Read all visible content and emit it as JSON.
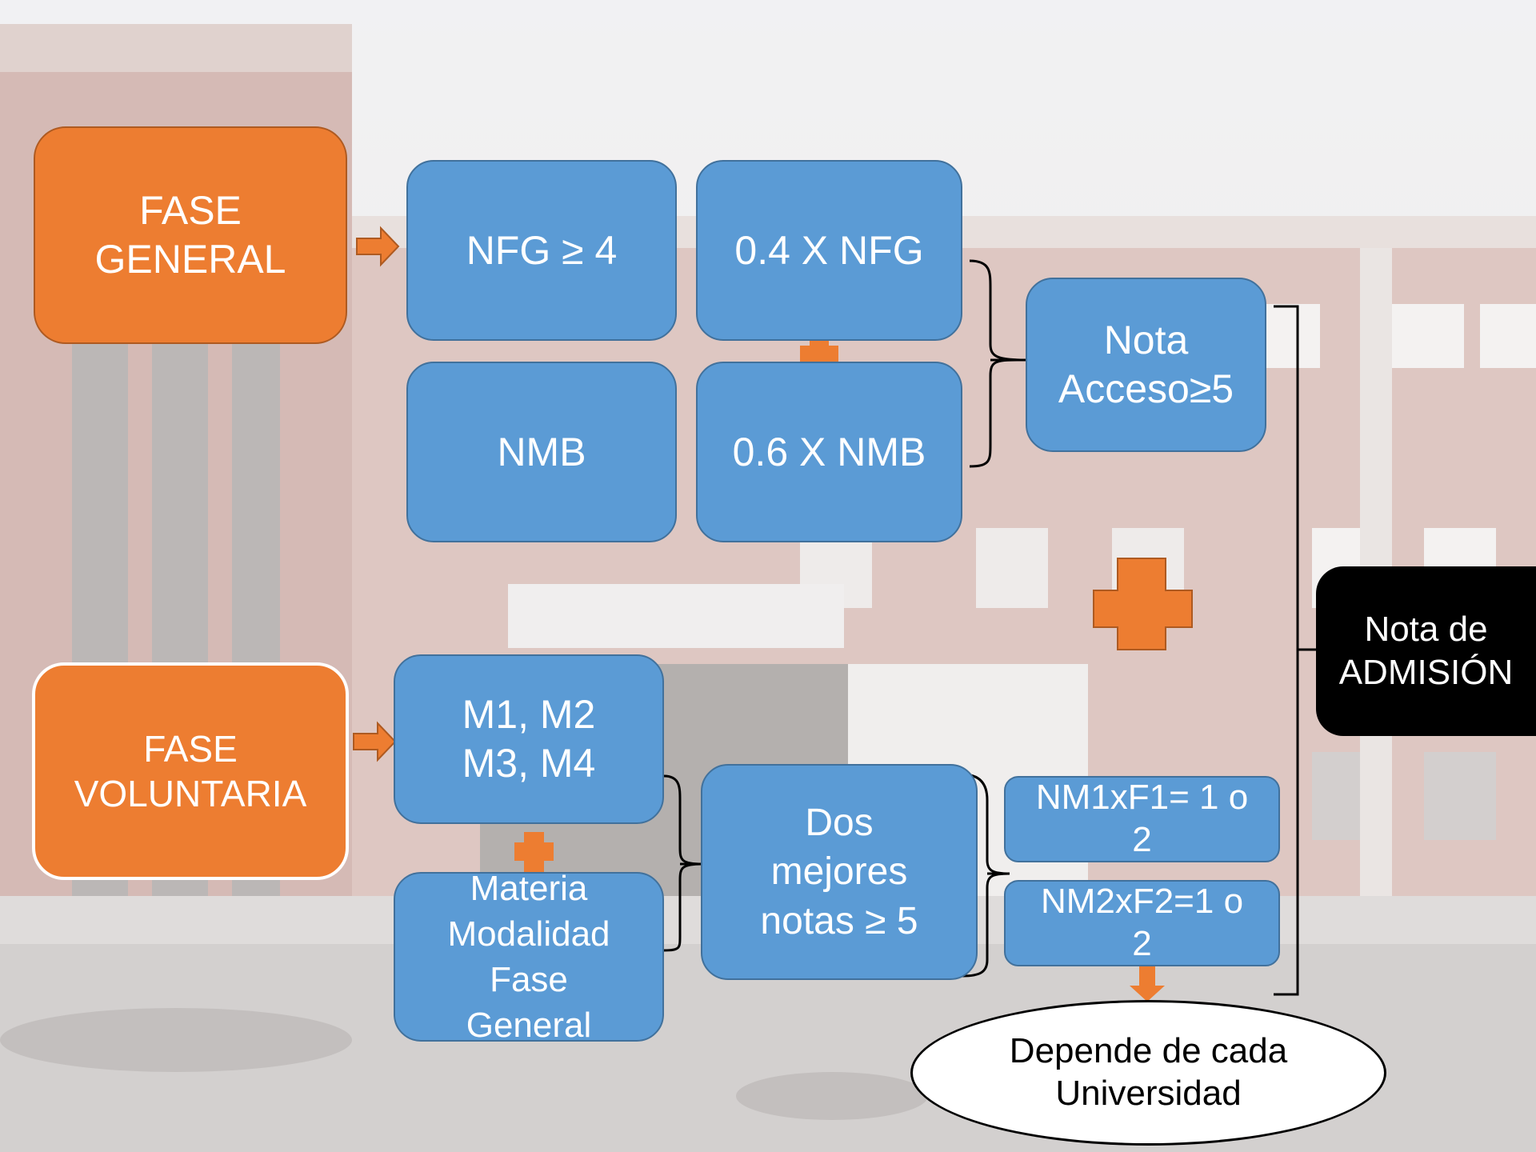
{
  "colors": {
    "blue": "#5b9bd5",
    "blue_border": "#41719c",
    "orange": "#ed7d31",
    "black": "#000000",
    "white": "#ffffff"
  },
  "diagram": {
    "fase_general": "FASE\nGENERAL",
    "fase_voluntaria": "FASE\nVOLUNTARIA",
    "nfg_min": "NFG ≥ 4",
    "nfg_weighted": "0.4 X NFG",
    "nmb": "NMB",
    "nmb_weighted": "0.6 X NMB",
    "nota_acceso": "Nota\nAcceso≥5",
    "materias": "M1, M2\nM3, M4",
    "materia_modalidad": "Materia\nModalidad\nFase\nGeneral",
    "dos_mejores": "Dos\nmejores\nnotas ≥ 5",
    "nm1": "NM1xF1= 1 o\n2",
    "nm2": "NM2xF2=1 o\n2",
    "depende": "Depende de cada\nUniversidad",
    "nota_admision": "Nota de\nADMISIÓN"
  },
  "icons": {
    "arrow_right": "arrow-right-icon",
    "arrow_down": "arrow-down-icon",
    "plus": "plus-icon",
    "brace": "right-brace-icon"
  }
}
